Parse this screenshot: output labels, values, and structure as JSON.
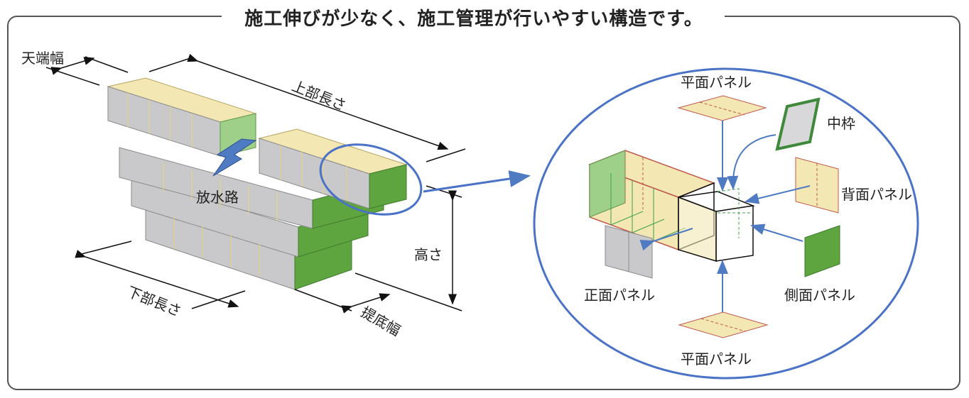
{
  "title": "施工伸びが少なく、施工管理が行いやすい構造です。",
  "levee": {
    "crest_width": "天端幅",
    "top_length": "上部長さ",
    "outlet": "放水路",
    "height": "高さ",
    "bottom_length": "下部長さ",
    "base_width": "提底幅"
  },
  "unit": {
    "plane_panel_top": "平面パネル",
    "inner_frame": "中枠",
    "back_panel": "背面パネル",
    "front_panel": "正面パネル",
    "side_panel": "側面パネル",
    "plane_panel_bottom": "平面パネル"
  },
  "colors": {
    "panel_yellow": "#f3e7b3",
    "panel_gray": "#c9c9cb",
    "panel_green": "#62a945",
    "arrow_blue": "#4f7bc2",
    "callout_blue": "#4a72c6",
    "frame_red": "#c0584d"
  }
}
